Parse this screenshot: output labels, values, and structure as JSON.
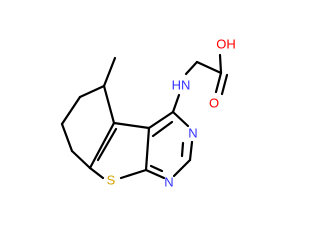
{
  "molecule": {
    "colors": {
      "bond": "#000000",
      "nitrogen": "#3333ff",
      "oxygen": "#ff0000",
      "sulfur": "#d4a000"
    },
    "labels": {
      "amine": "HN",
      "hydroxyl": "OH",
      "carbonyl_o": "O",
      "pyrimidine_n1": "N",
      "pyrimidine_n2": "N",
      "thiophene_s": "S"
    }
  }
}
